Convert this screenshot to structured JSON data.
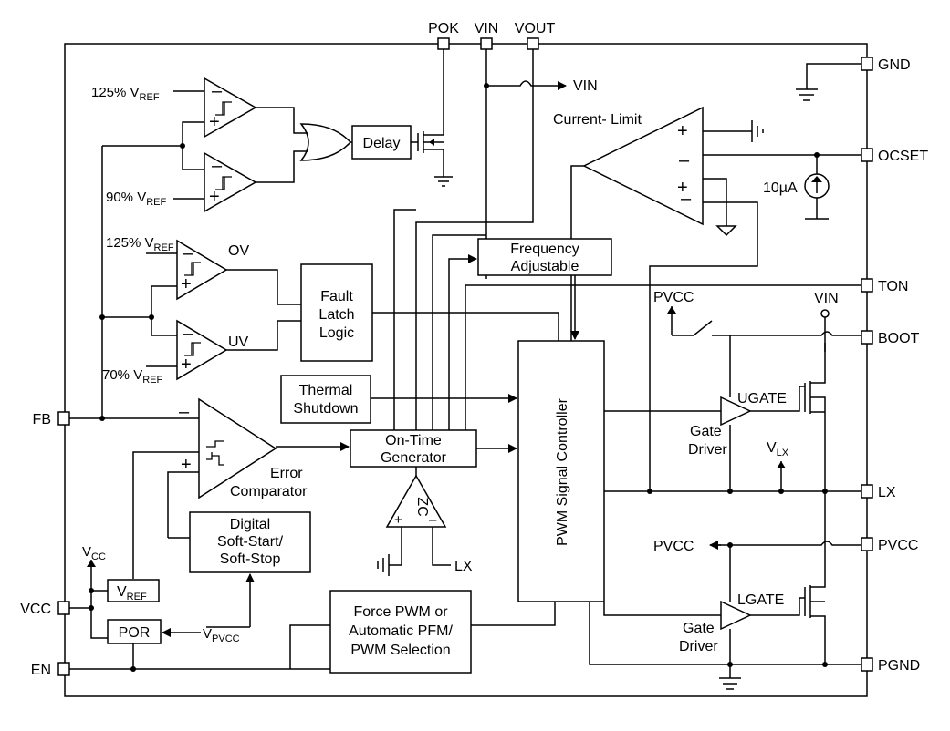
{
  "pins": {
    "pok": "POK",
    "vin": "VIN",
    "vout": "VOUT",
    "gnd": "GND",
    "ocset": "OCSET",
    "ton": "TON",
    "boot": "BOOT",
    "lx": "LX",
    "pvcc": "PVCC",
    "pgnd": "PGND",
    "fb": "FB",
    "vcc": "VCC",
    "en": "EN"
  },
  "blocks": {
    "delay": "Delay",
    "fault": [
      "Fault",
      "Latch",
      "Logic"
    ],
    "thermal": [
      "Thermal",
      "Shutdown"
    ],
    "freq": [
      "Frequency",
      "Adjustable"
    ],
    "ontime": [
      "On-Time",
      "Generator"
    ],
    "pwm": "PWM Signal Controller",
    "softstart": [
      "Digital",
      "Soft-Start/",
      "Soft-Stop"
    ],
    "vref": "V",
    "vref_sub": "REF",
    "por": "POR",
    "force": [
      "Force PWM or",
      "Automatic PFM/",
      "PWM Selection"
    ]
  },
  "labels": {
    "ref125_top": "125% V",
    "ref90": "90% V",
    "ref125_ov": "125% V",
    "ref70": "70% V",
    "ref_sub": "REF",
    "ov": "OV",
    "uv": "UV",
    "current_limit": "Current- Limit",
    "vin_arrow": "VIN",
    "ten_ua": "10µA",
    "pvcc_sw": "PVCC",
    "vin_boot": "VIN",
    "ugate": "UGATE",
    "lgate": "LGATE",
    "gate_driver": [
      "Gate",
      "Driver"
    ],
    "vlx": "V",
    "vlx_sub": "LX",
    "error_comp": [
      "Error",
      "Comparator"
    ],
    "zc": "ZC",
    "lx_small": "LX",
    "vcc_label": "V",
    "vcc_sub": "CC",
    "vpvcc": "V",
    "vpvcc_sub": "PVCC",
    "pvcc_out": "PVCC"
  }
}
